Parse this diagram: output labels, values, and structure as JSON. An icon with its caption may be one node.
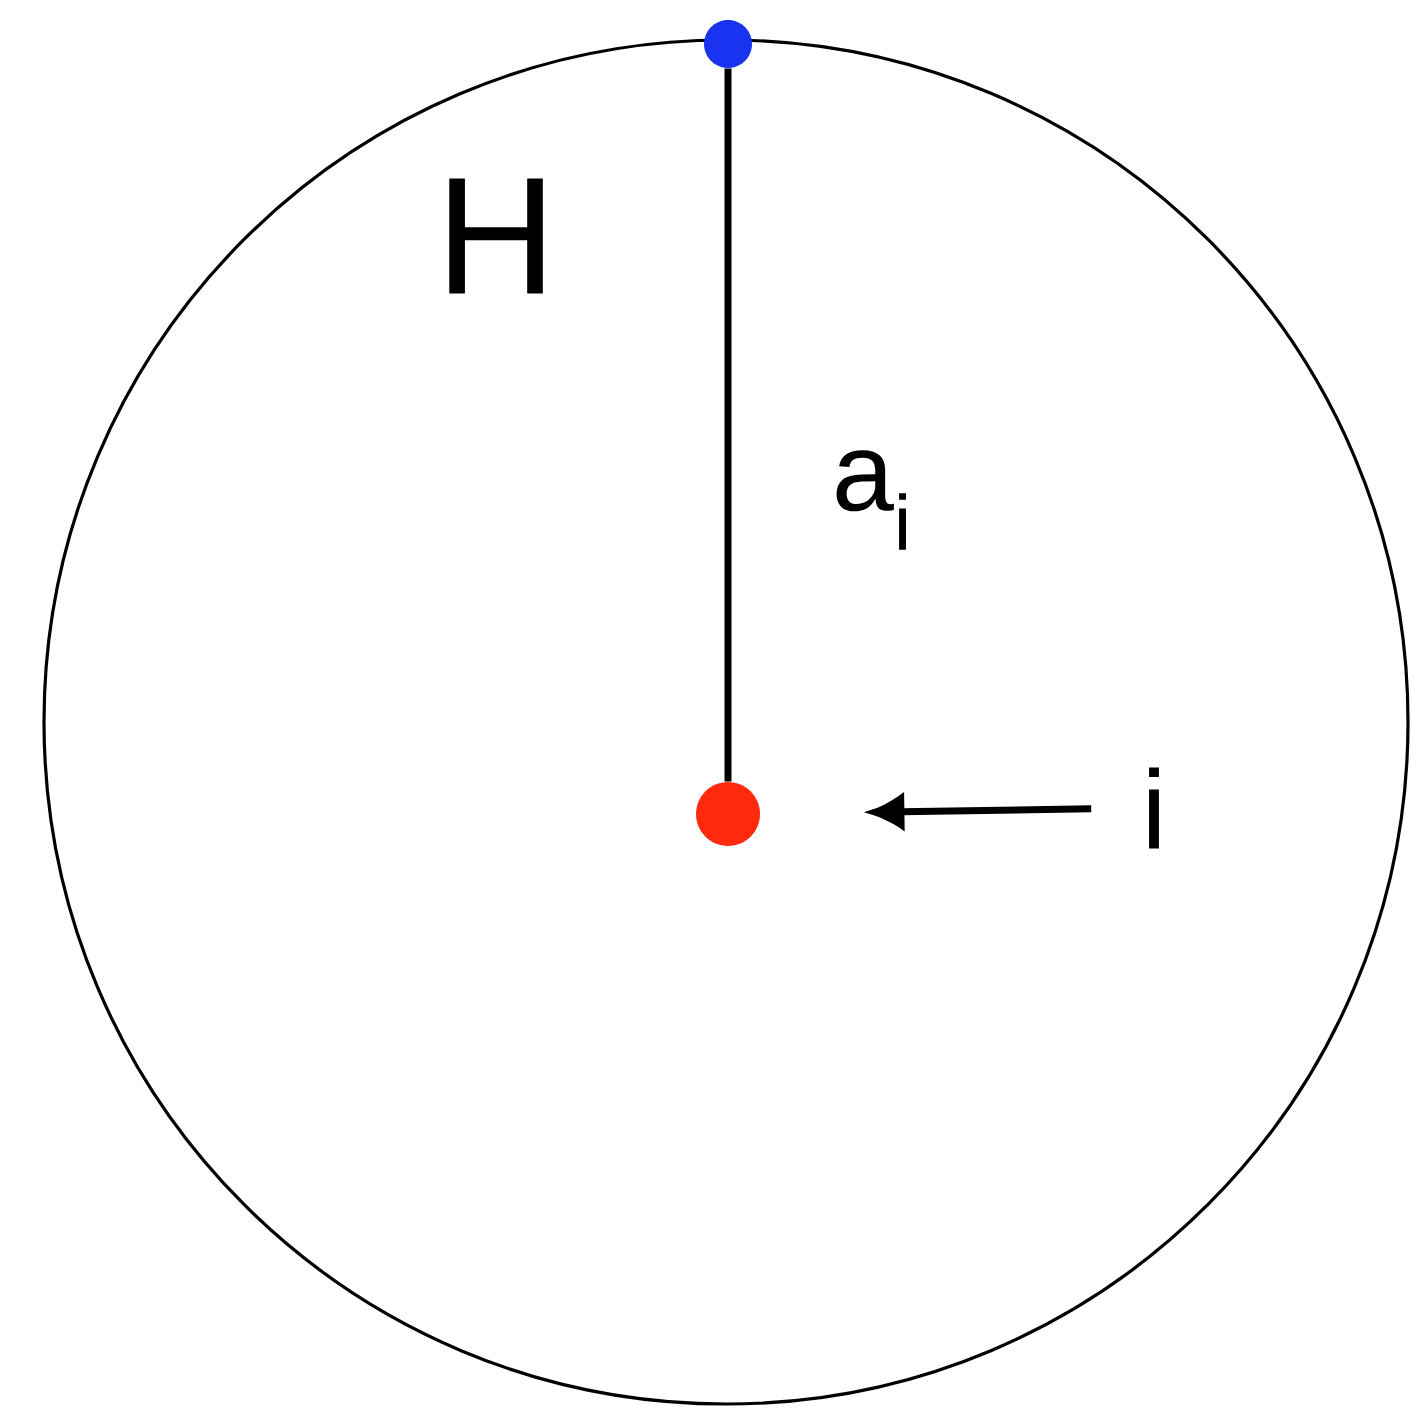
{
  "diagram": {
    "nodes": [
      {
        "text": [
          "H"
        ]
      },
      {
        "text": [],
        "shape": "circle"
      },
      {
        "text": [],
        "shape": "circle",
        "in": 0
      },
      {
        "text": [
          "i"
        ],
        "in": 0
      }
    ],
    "edges": [
      {
        "from": 1,
        "to": 2,
        "arrow": "none",
        "label": "a$_{i}$"
      },
      {
        "from": 3,
        "to": 2,
        "arrow": "to"
      }
    ]
  }
}
